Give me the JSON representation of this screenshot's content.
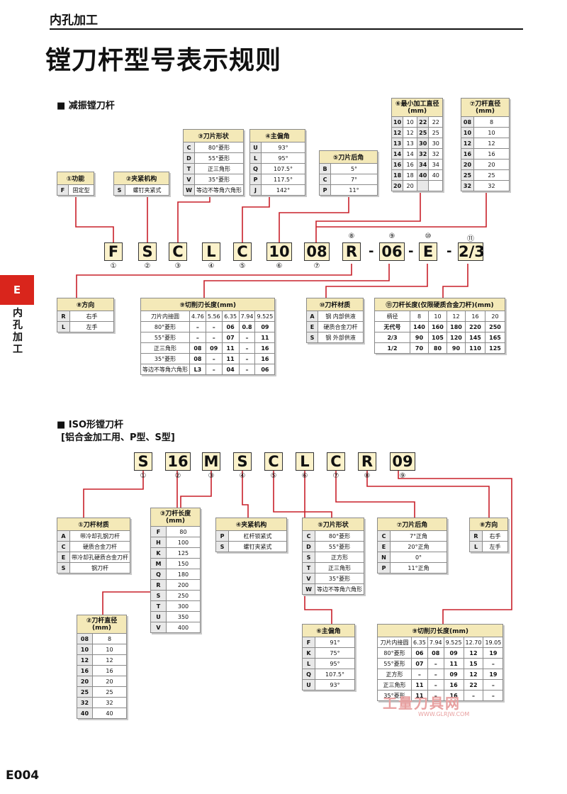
{
  "header": {
    "category": "内孔加工",
    "title": "镗刀杆型号表示规则",
    "side_tab": "E",
    "side_label": "内孔加工",
    "page": "E004"
  },
  "sec1": {
    "title": "■ 减振镗刀杆",
    "code": [
      {
        "t": "F",
        "n": "①"
      },
      {
        "t": "S",
        "n": "②"
      },
      {
        "t": "C",
        "n": "③"
      },
      {
        "t": "L",
        "n": "④"
      },
      {
        "t": "C",
        "n": "⑤"
      },
      {
        "t": "10",
        "n": "⑥"
      },
      {
        "t": "08",
        "n": "⑦"
      },
      {
        "t": "R",
        "n": "⑧"
      },
      {
        "t": "06",
        "n": "⑨"
      },
      {
        "t": "E",
        "n": "⑩"
      },
      {
        "t": "2/3",
        "n": "⑪"
      }
    ],
    "t1": {
      "title": "①功能",
      "rows": [
        [
          "F",
          "固定型"
        ]
      ]
    },
    "t2": {
      "title": "②夹紧机构",
      "rows": [
        [
          "S",
          "螺钉夹紧式"
        ]
      ]
    },
    "t3": {
      "title": "③刀片形状",
      "rows": [
        [
          "C",
          "80°菱形"
        ],
        [
          "D",
          "55°菱形"
        ],
        [
          "T",
          "正三角形"
        ],
        [
          "V",
          "35°菱形"
        ],
        [
          "W",
          "等边不等角六角形"
        ]
      ]
    },
    "t4": {
      "title": "④主偏角",
      "rows": [
        [
          "U",
          "93°"
        ],
        [
          "L",
          "95°"
        ],
        [
          "Q",
          "107.5°"
        ],
        [
          "P",
          "117.5°"
        ],
        [
          "J",
          "142°"
        ]
      ]
    },
    "t5": {
      "title": "⑤刀片后角",
      "rows": [
        [
          "B",
          "5°"
        ],
        [
          "C",
          "7°"
        ],
        [
          "P",
          "11°"
        ]
      ]
    },
    "t6": {
      "title": "⑥最小加工直径",
      "unit": "(mm)",
      "rows": [
        [
          "10",
          "10",
          "22",
          "22"
        ],
        [
          "12",
          "12",
          "25",
          "25"
        ],
        [
          "13",
          "13",
          "30",
          "30"
        ],
        [
          "14",
          "14",
          "32",
          "32"
        ],
        [
          "16",
          "16",
          "34",
          "34"
        ],
        [
          "18",
          "18",
          "40",
          "40"
        ],
        [
          "20",
          "20",
          "",
          ""
        ]
      ]
    },
    "t7": {
      "title": "⑦刀杆直径",
      "unit": "(mm)",
      "rows": [
        [
          "08",
          "8"
        ],
        [
          "10",
          "10"
        ],
        [
          "12",
          "12"
        ],
        [
          "16",
          "16"
        ],
        [
          "20",
          "20"
        ],
        [
          "25",
          "25"
        ],
        [
          "32",
          "32"
        ]
      ]
    },
    "t8": {
      "title": "⑧方向",
      "rows": [
        [
          "R",
          "右手"
        ],
        [
          "L",
          "左手"
        ]
      ]
    },
    "t9": {
      "title": "⑨切削刃长度(mm)",
      "head": [
        "刀片内接圆",
        "4.76",
        "5.56",
        "6.35",
        "7.94",
        "9.525"
      ],
      "rows": [
        [
          "80°菱形",
          "–",
          "–",
          "06",
          "0.8",
          "09"
        ],
        [
          "55°菱形",
          "–",
          "–",
          "07",
          "–",
          "11"
        ],
        [
          "正三角形",
          "08",
          "09",
          "11",
          "–",
          "16"
        ],
        [
          "35°菱形",
          "08",
          "–",
          "11",
          "–",
          "16"
        ],
        [
          "等边不等角六角形",
          "L3",
          "–",
          "04",
          "–",
          "06"
        ]
      ]
    },
    "t10": {
      "title": "⑩刀杆材质",
      "rows": [
        [
          "A",
          "钢 内部供液"
        ],
        [
          "E",
          "硬质合金刀杆"
        ],
        [
          "S",
          "钢 外部供液"
        ]
      ]
    },
    "t11": {
      "title": "⑪刀杆长度(仅限硬质合金刀杆)(mm)",
      "head": [
        "柄径",
        "8",
        "10",
        "12",
        "16",
        "20"
      ],
      "rows": [
        [
          "无代号",
          "140",
          "160",
          "180",
          "220",
          "250"
        ],
        [
          "2/3",
          "90",
          "105",
          "120",
          "145",
          "165"
        ],
        [
          "1/2",
          "70",
          "80",
          "90",
          "110",
          "125"
        ]
      ]
    }
  },
  "sec2": {
    "title": "■ ISO形镗刀杆",
    "subtitle": "[铝合金加工用、P型、S型]",
    "code": [
      {
        "t": "S",
        "n": "①"
      },
      {
        "t": "16",
        "n": "②"
      },
      {
        "t": "M",
        "n": "③"
      },
      {
        "t": "S",
        "n": "④"
      },
      {
        "t": "C",
        "n": "⑤"
      },
      {
        "t": "L",
        "n": "⑥"
      },
      {
        "t": "C",
        "n": "⑦"
      },
      {
        "t": "R",
        "n": "⑧"
      },
      {
        "t": "09",
        "n": "⑨"
      }
    ],
    "t1": {
      "title": "①刀杆材质",
      "rows": [
        [
          "A",
          "带冷却孔钢刀杆"
        ],
        [
          "C",
          "硬质合金刀杆"
        ],
        [
          "E",
          "带冷却孔硬质合金刀杆"
        ],
        [
          "S",
          "钢刀杆"
        ]
      ]
    },
    "t2": {
      "title": "②刀杆直径",
      "unit": "(mm)",
      "rows": [
        [
          "08",
          "8"
        ],
        [
          "10",
          "10"
        ],
        [
          "12",
          "12"
        ],
        [
          "16",
          "16"
        ],
        [
          "20",
          "20"
        ],
        [
          "25",
          "25"
        ],
        [
          "32",
          "32"
        ],
        [
          "40",
          "40"
        ]
      ]
    },
    "t3": {
      "title": "③刀杆长度",
      "unit": "(mm)",
      "rows": [
        [
          "F",
          "80"
        ],
        [
          "H",
          "100"
        ],
        [
          "K",
          "125"
        ],
        [
          "M",
          "150"
        ],
        [
          "Q",
          "180"
        ],
        [
          "R",
          "200"
        ],
        [
          "S",
          "250"
        ],
        [
          "T",
          "300"
        ],
        [
          "U",
          "350"
        ],
        [
          "V",
          "400"
        ]
      ]
    },
    "t4": {
      "title": "④夹紧机构",
      "rows": [
        [
          "P",
          "杠杆锁紧式"
        ],
        [
          "S",
          "螺钉夹紧式"
        ]
      ]
    },
    "t5": {
      "title": "⑤刀片形状",
      "rows": [
        [
          "C",
          "80°菱形"
        ],
        [
          "D",
          "55°菱形"
        ],
        [
          "S",
          "正方形"
        ],
        [
          "T",
          "正三角形"
        ],
        [
          "V",
          "35°菱形"
        ],
        [
          "W",
          "等边不等角六角形"
        ]
      ]
    },
    "t6": {
      "title": "⑥主偏角",
      "rows": [
        [
          "F",
          "91°"
        ],
        [
          "K",
          "75°"
        ],
        [
          "L",
          "95°"
        ],
        [
          "Q",
          "107.5°"
        ],
        [
          "U",
          "93°"
        ]
      ]
    },
    "t7": {
      "title": "⑦刀片后角",
      "rows": [
        [
          "C",
          "7°正角"
        ],
        [
          "E",
          "20°正角"
        ],
        [
          "N",
          "0°"
        ],
        [
          "P",
          "11°正角"
        ]
      ]
    },
    "t8": {
      "title": "⑧方向",
      "rows": [
        [
          "R",
          "右手"
        ],
        [
          "L",
          "左手"
        ]
      ]
    },
    "t9": {
      "title": "⑨切削刃长度(mm)",
      "head": [
        "刀片内接圆",
        "6.35",
        "7.94",
        "9.525",
        "12.70",
        "19.05"
      ],
      "rows": [
        [
          "80°菱形",
          "06",
          "08",
          "09",
          "12",
          "19"
        ],
        [
          "55°菱形",
          "07",
          "–",
          "11",
          "15",
          "–"
        ],
        [
          "正方形",
          "–",
          "–",
          "09",
          "12",
          "19"
        ],
        [
          "正三角形",
          "11",
          "–",
          "16",
          "22",
          "–"
        ],
        [
          "35°菱形",
          "11",
          "–",
          "16",
          "–",
          "–"
        ]
      ]
    }
  },
  "watermark": {
    "text": "工量刀具网",
    "url": "WWW.GLRJW.COM"
  }
}
